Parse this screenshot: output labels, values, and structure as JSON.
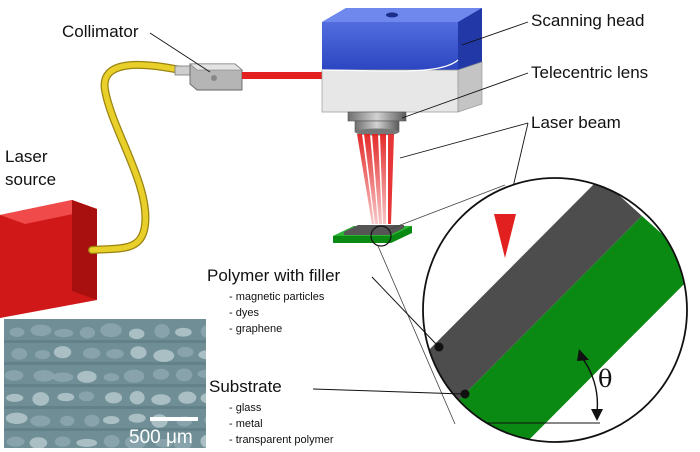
{
  "labels": {
    "laser_source_line1": "Laser",
    "laser_source_line2": "source",
    "collimator": "Collimator",
    "scanning_head": "Scanning head",
    "telecentric_lens": "Telecentric lens",
    "laser_beam": "Laser beam",
    "polymer_with_filler": "Polymer with filler",
    "substrate": "Substrate",
    "angle": "θ"
  },
  "polymer_fillers": [
    "- magnetic particles",
    "- dyes",
    "- graphene"
  ],
  "substrate_materials": [
    "- glass",
    "- metal",
    "- transparent polymer"
  ],
  "micrograph": {
    "scale_bar": "500 μm"
  },
  "colors": {
    "laser_red": "#e32020",
    "scanning_head_blue": "#2f49c6",
    "fiber_yellow": "#e8cf2a",
    "polymer_gray": "#4d4d4d",
    "substrate_green": "#0a8a12"
  }
}
